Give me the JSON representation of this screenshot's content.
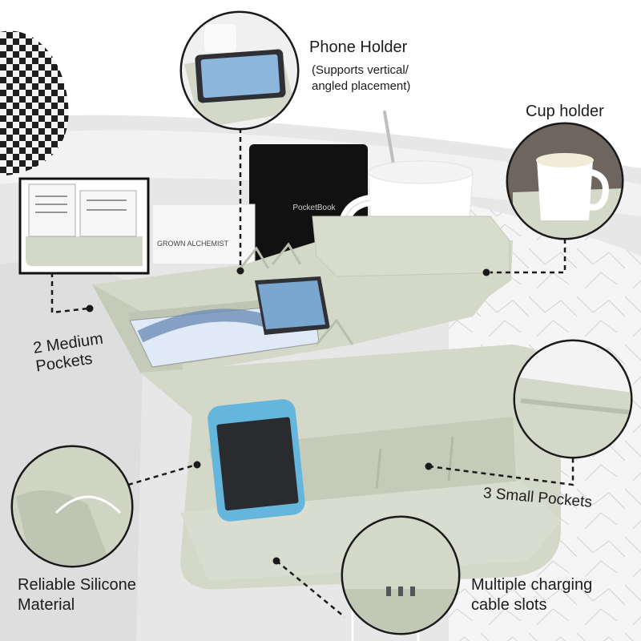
{
  "callouts": {
    "phone_holder": {
      "title": "Phone Holder",
      "subtitle": "(Supports vertical/ angled placement)"
    },
    "cup_holder": {
      "title": "Cup holder"
    },
    "medium_pockets": {
      "title": "2 Medium Pockets"
    },
    "small_pockets": {
      "title": "3 Small Pockets"
    },
    "silicone": {
      "title": "Reliable Silicone Material"
    },
    "cable_slots": {
      "title": "Multiple charging cable slots"
    }
  },
  "product_text": {
    "ereader_brand": "PocketBook",
    "box_brand": "GROWN ALCHEMIST"
  },
  "colors": {
    "organizer": "#d3d8c8",
    "organizer_shade": "#b9bfad",
    "sofa": "#e4e4e4",
    "accent_phone": "#6ab9dc"
  }
}
